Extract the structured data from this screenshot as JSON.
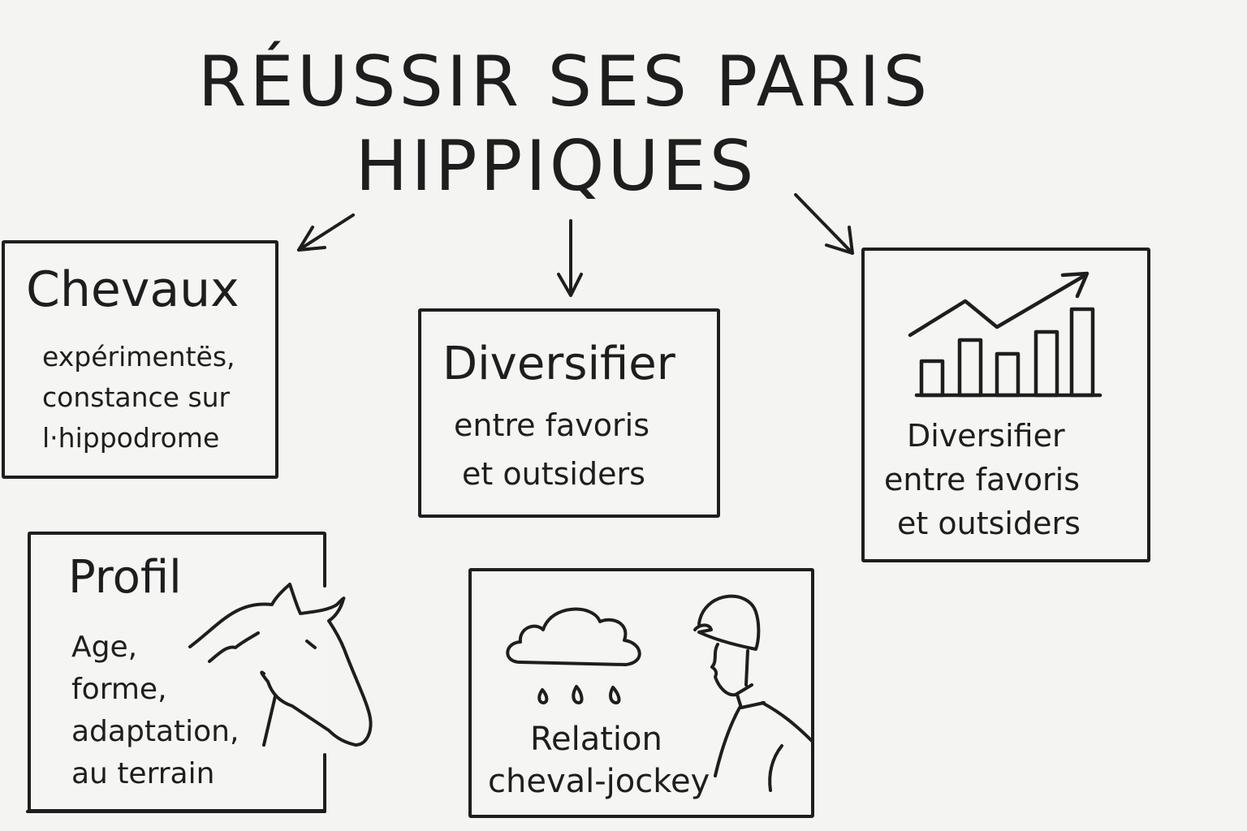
{
  "title": {
    "line1": "RÉUSSIR SES PARIS",
    "line2": "HIPPIQUES"
  },
  "boxes": {
    "chevaux": {
      "heading": "Chevaux",
      "lines": [
        "expérimentës,",
        "constance sur",
        "l·hippodrome"
      ]
    },
    "diversifier_center": {
      "heading": "Diversifier",
      "lines": [
        "entre favoris",
        "et outsiders"
      ]
    },
    "diversifier_right": {
      "icon": "bar-chart-trend-icon",
      "lines": [
        "Diversifier",
        "entre favoris",
        "et outsiders"
      ]
    },
    "profil": {
      "heading": "Profil",
      "icon": "horse-head-icon",
      "lines": [
        "Age,",
        "forme,",
        "adaptation,",
        "au terrain"
      ]
    },
    "relation": {
      "icons": [
        "rain-cloud-icon",
        "jockey-icon"
      ],
      "lines": [
        "Relation",
        "cheval-jockey"
      ]
    }
  },
  "chart_icon": {
    "bars_relative": [
      1,
      2,
      1.4,
      2.6,
      3.5
    ]
  }
}
